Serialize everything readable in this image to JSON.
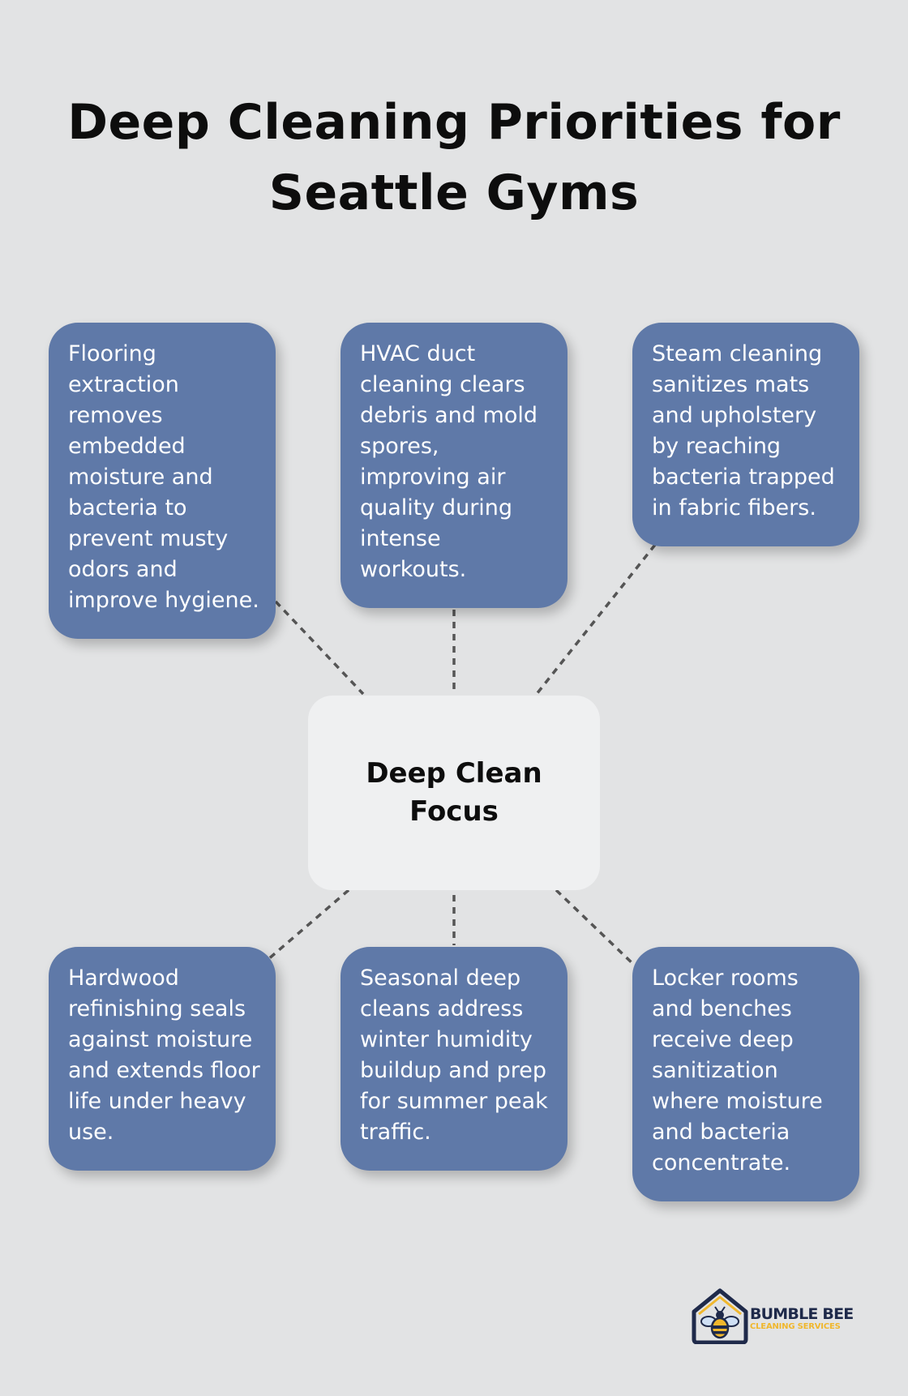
{
  "title": {
    "line1": "Deep Cleaning Priorities for",
    "line2": "Seattle Gyms"
  },
  "center": {
    "label": "Deep Clean Focus"
  },
  "items": [
    {
      "text": "Flooring extraction removes embedded moisture and bacteria to prevent musty odors and improve hygiene."
    },
    {
      "text": "HVAC duct cleaning clears debris and mold spores, improving air quality during intense workouts."
    },
    {
      "text": "Steam cleaning sanitizes mats and upholstery by reaching bacteria trapped in fabric fibers."
    },
    {
      "text": "Hardwood refinishing seals against moisture and extends floor life under heavy use."
    },
    {
      "text": "Seasonal deep cleans address winter humidity buildup and prep for summer peak traffic."
    },
    {
      "text": "Locker rooms and benches receive deep sanitization where moisture and bacteria concentrate."
    }
  ],
  "logo": {
    "name": "BUMBLE BEE",
    "tagline": "CLEANING SERVICES",
    "icon": "bee-house-icon"
  },
  "colors": {
    "background": "#e2e3e4",
    "box": "#5f79a8",
    "center": "#eff0f1",
    "connector": "#555555",
    "logo_navy": "#1f2a4a",
    "logo_yellow": "#f0b72d"
  }
}
